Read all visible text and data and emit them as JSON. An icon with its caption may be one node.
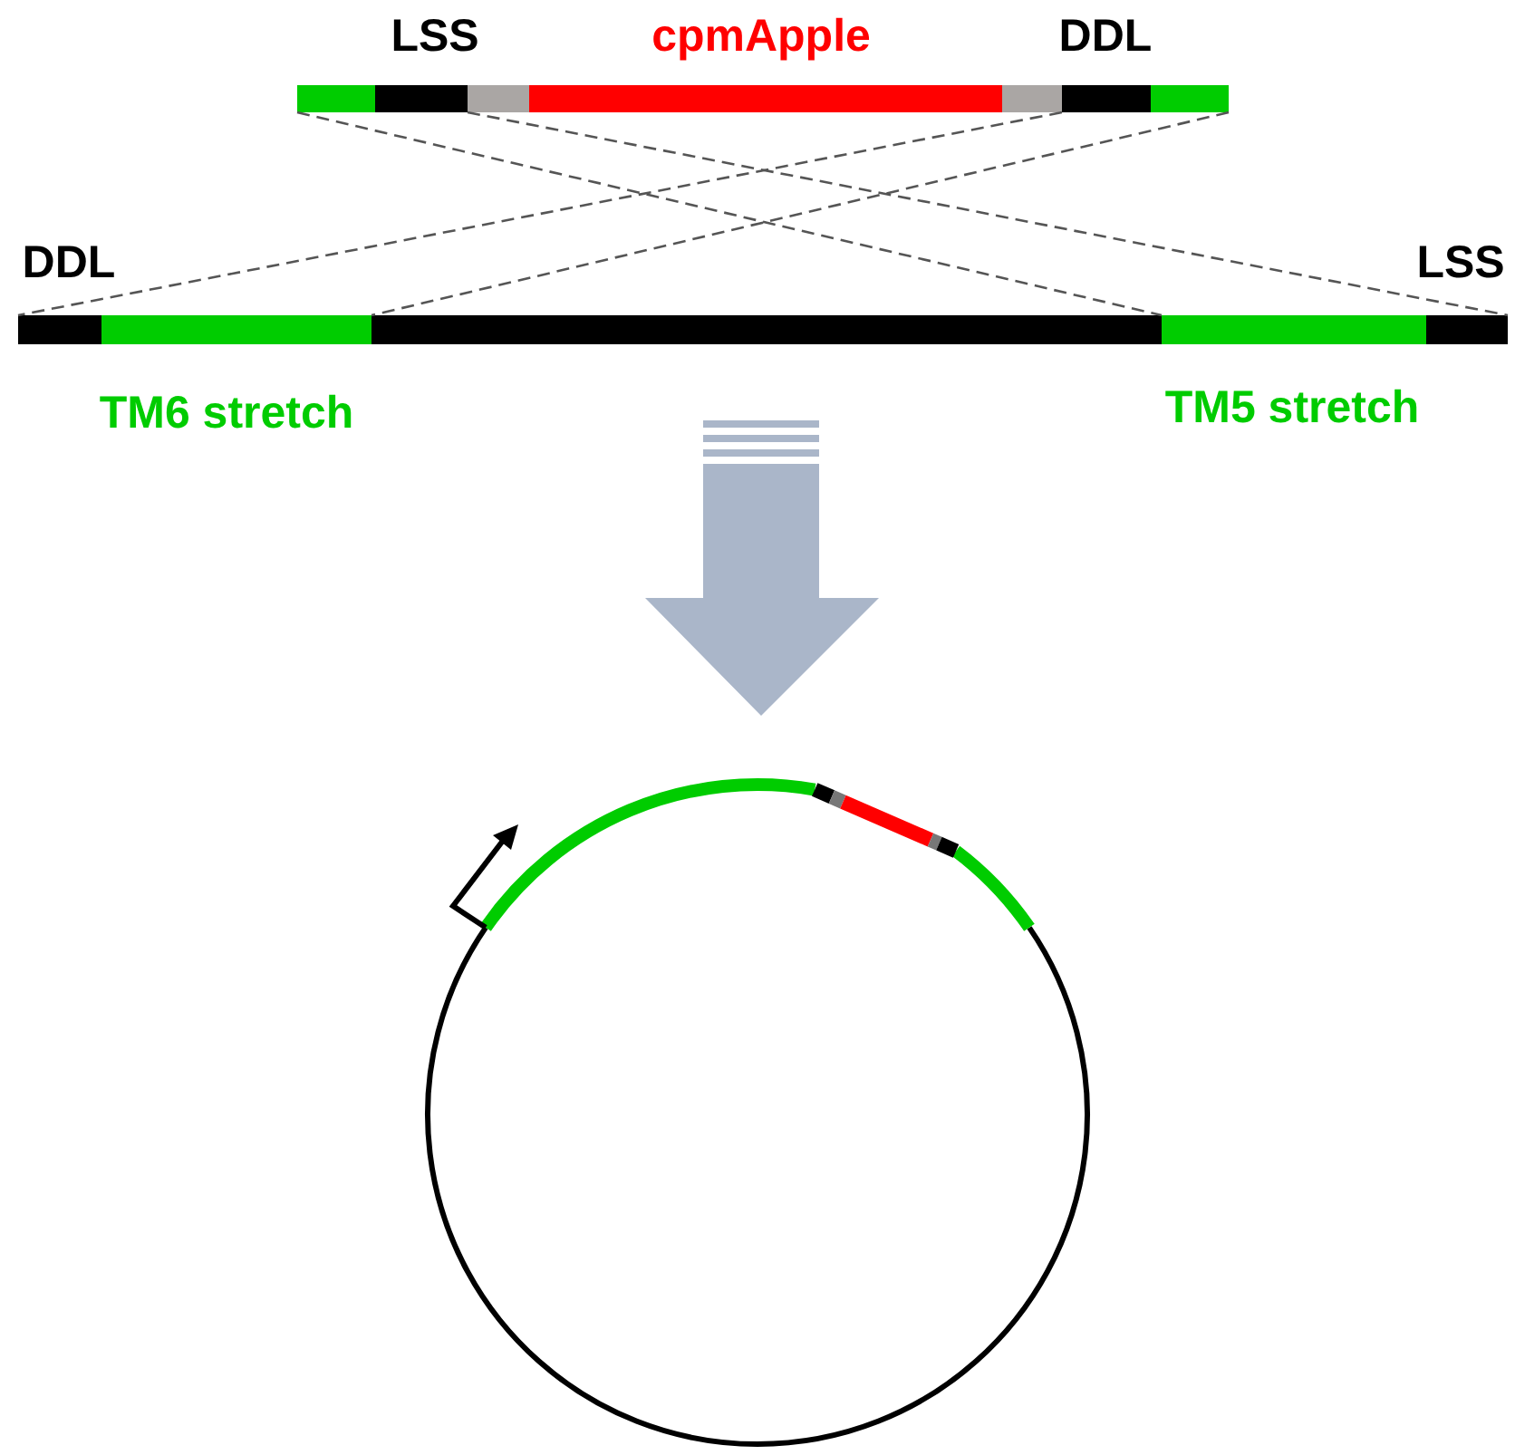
{
  "diagram": {
    "nodes": [
      {
        "text": [],
        "shape": "bar"
      },
      {
        "text": [],
        "shape": "bar"
      }
    ],
    "edges": [
      {
        "from": 0,
        "to": 1,
        "arrow": "none",
        "style": "dashed"
      },
      {
        "from": 0,
        "to": 1,
        "arrow": "none",
        "style": "dashed"
      },
      {
        "from": 0,
        "to": 1,
        "arrow": "none",
        "style": "dashed"
      },
      {
        "from": 0,
        "to": 1,
        "arrow": "none",
        "style": "dashed"
      }
    ],
    "labels": [
      "LSS",
      "cpmApple",
      "DDL",
      "DDL",
      "LSS",
      "TM6 stretch",
      "TM5 stretch"
    ]
  }
}
